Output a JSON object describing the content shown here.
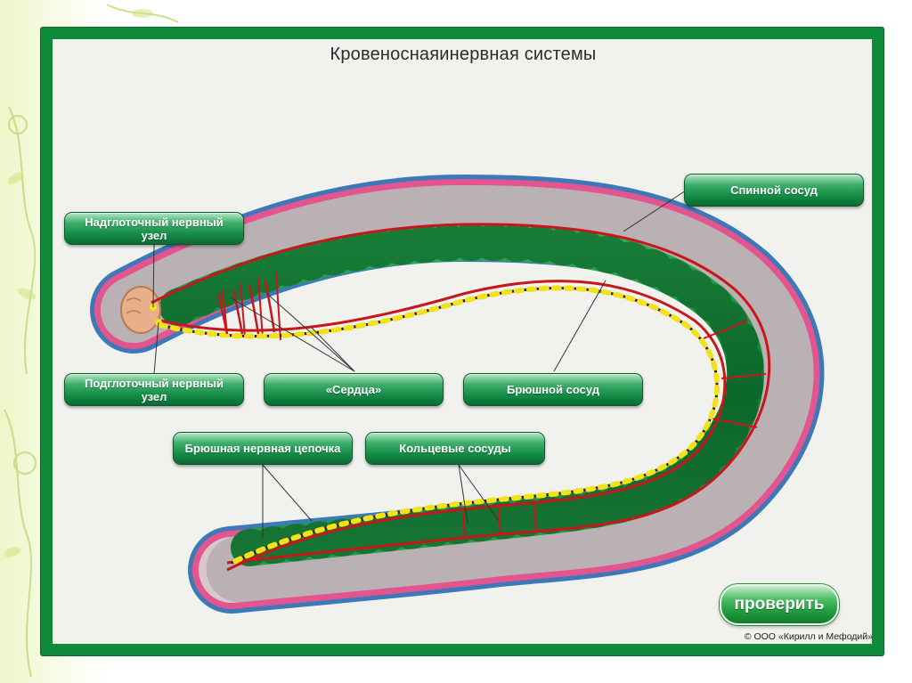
{
  "title": "Кровеноснаяинервная системы",
  "labels": {
    "dorsal_vessel": "Спинной сосуд",
    "supraglottic_ganglion": "Надглоточный нервный узел",
    "subglottic_ganglion": "Подглоточный нервный узел",
    "hearts": "«Сердца»",
    "ventral_vessel": "Брюшной сосуд",
    "ventral_nerve_chain": "Брюшная нервная цепочка",
    "ring_vessels": "Кольцевые сосуды"
  },
  "check_button": "проверить",
  "copyright": "© ООО «Кирилл и Мефодий»",
  "colors": {
    "frame": "#0e8a3a",
    "label_green": "#138a45",
    "intestine": "#1f8a3d",
    "blood_vessel": "#c8161b",
    "nerve_chain": "#f2e21a",
    "body_wall": "#e2558f",
    "outline": "#3d78b8"
  },
  "icons": [
    "leaf-decoration"
  ]
}
